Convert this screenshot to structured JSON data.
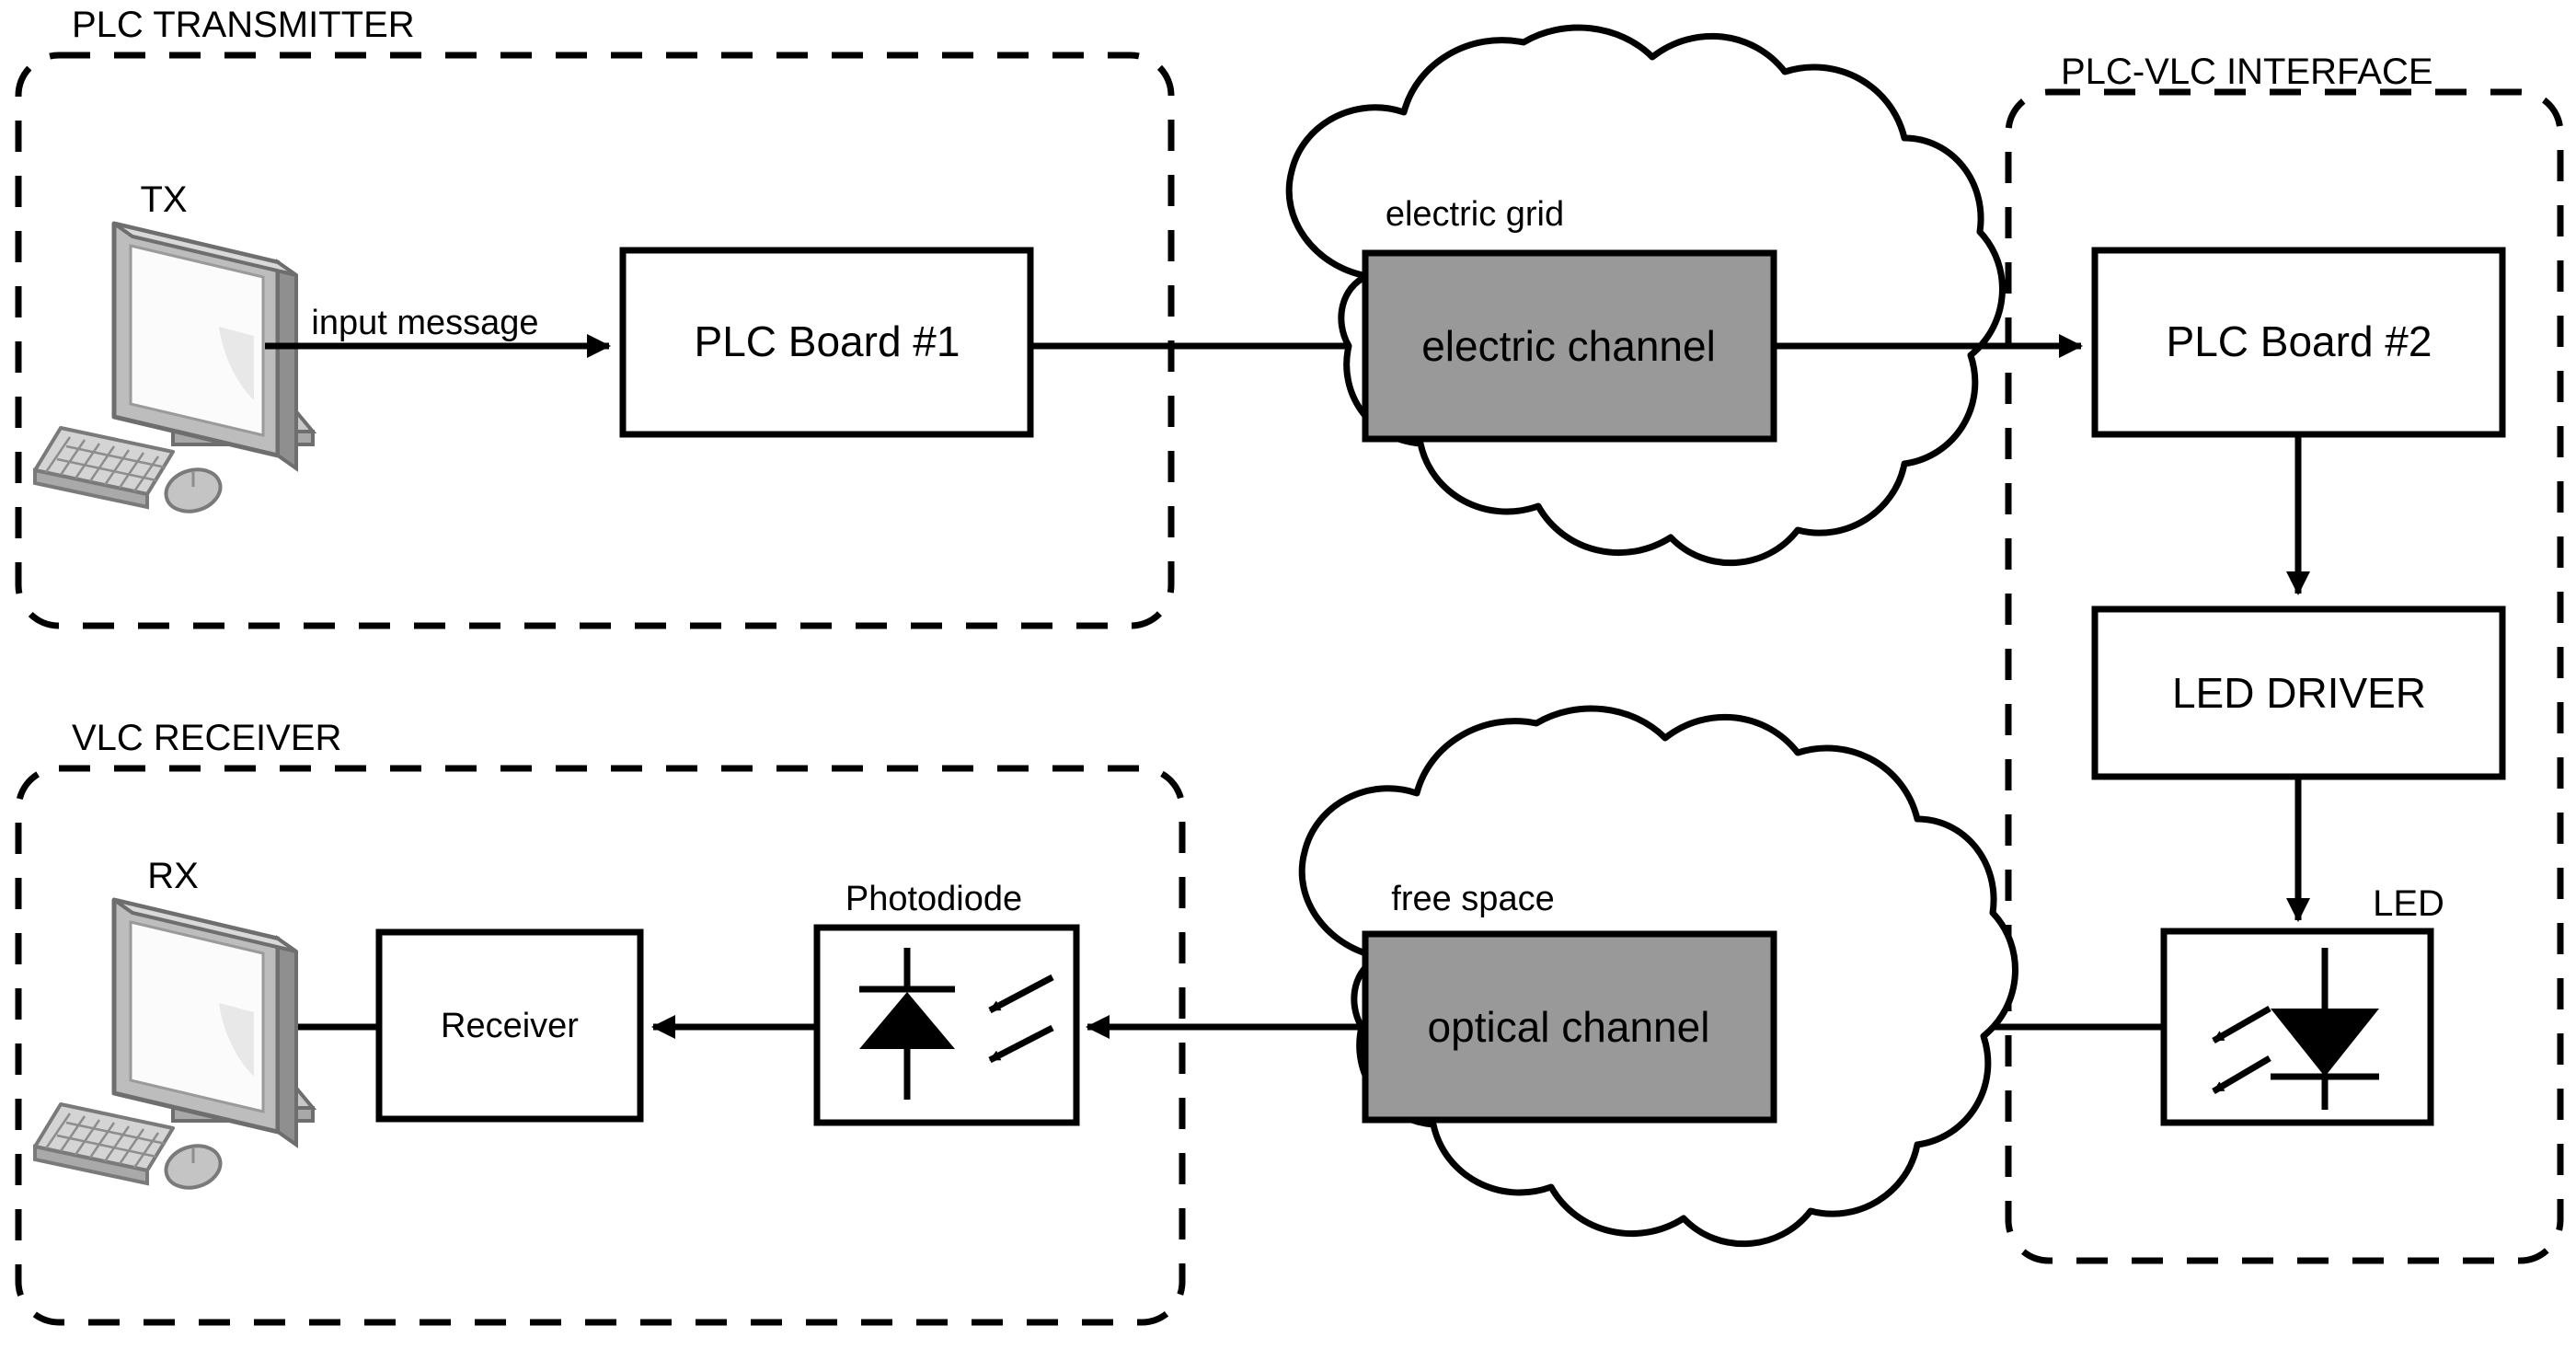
{
  "diagram": {
    "title": "PLC to VLC communication system block diagram",
    "colors": {
      "stroke": "#000000",
      "background": "#ffffff",
      "channel_fill": "#999999",
      "monitor_body": "#b0b0b0",
      "monitor_screen": "#fbfbfb",
      "monitor_dark": "#6e6e6e",
      "monitor_light": "#d9d9d9"
    },
    "sections": [
      {
        "id": "plc-transmitter",
        "label": "PLC TRANSMITTER"
      },
      {
        "id": "plc-vlc-interface",
        "label": "PLC-VLC INTERFACE"
      },
      {
        "id": "vlc-receiver",
        "label": "VLC RECEIVER"
      }
    ],
    "nodes": {
      "tx_label": "TX",
      "rx_label": "RX",
      "plc_board_1": "PLC Board #1",
      "plc_board_2": "PLC Board #2",
      "led_driver": "LED DRIVER",
      "led_label": "LED",
      "photodiode_label": "Photodiode",
      "receiver": "Receiver",
      "electric_grid": "electric grid",
      "electric_channel": "electric channel",
      "free_space": "free space",
      "optical_channel": "optical channel"
    },
    "edges": {
      "input_message": "input message"
    }
  }
}
